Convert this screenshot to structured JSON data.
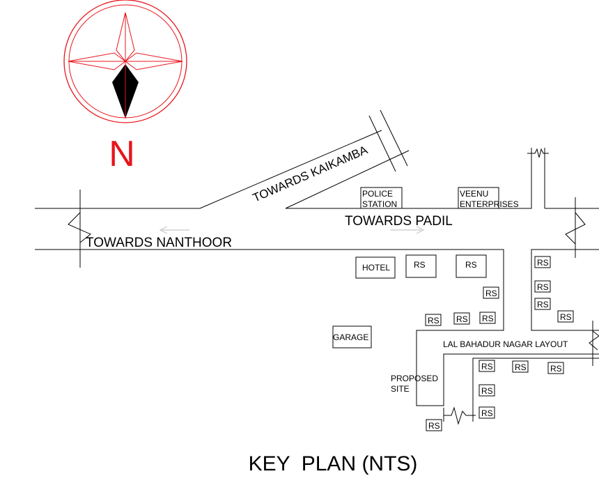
{
  "north_label": "N",
  "roads": {
    "kaikamba": "TOWARDS KAIKAMBA",
    "padil": "TOWARDS PADIL",
    "nanthoor": "TOWARDS NANTHOOR",
    "layout": "LAL BAHADUR NAGAR LAYOUT"
  },
  "landmarks": {
    "police_line1": "POLICE",
    "police_line2": "STATION",
    "veenu_line1": "VEENU",
    "veenu_line2": "ENTERPRISES",
    "hotel": "HOTEL",
    "garage": "GARAGE",
    "proposed_line1": "PROPOSED",
    "proposed_line2": "SITE",
    "rs": "RS"
  },
  "title": "KEY  PLAN (NTS)",
  "colors": {
    "compass_red": "#e8141b",
    "ink": "#000000",
    "arrow_gray": "#c8c8c8"
  }
}
